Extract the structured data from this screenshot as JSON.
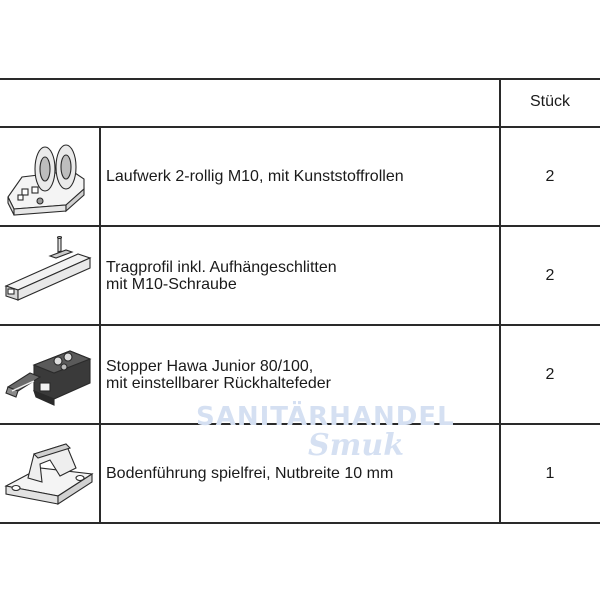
{
  "table": {
    "quantity_header": "Stück",
    "rows": [
      {
        "description_lines": [
          "Laufwerk 2-rollig M10, mit Kunststoffrollen"
        ],
        "quantity": "2",
        "image_icon": "roller-carriage-icon"
      },
      {
        "description_lines": [
          "Tragprofil inkl. Aufhängeschlitten",
          "mit M10-Schraube"
        ],
        "quantity": "2",
        "image_icon": "track-profile-icon"
      },
      {
        "description_lines": [
          "Stopper Hawa Junior 80/100,",
          "mit einstellbarer Rückhaltefeder"
        ],
        "quantity": "2",
        "image_icon": "stopper-icon"
      },
      {
        "description_lines": [
          "Bodenführung spielfrei, Nutbreite 10 mm"
        ],
        "quantity": "1",
        "image_icon": "floor-guide-icon"
      }
    ]
  },
  "watermark": {
    "line1": "SANITÄRHANDEL",
    "line2": "Smuk",
    "color": "#d5e0f2"
  }
}
